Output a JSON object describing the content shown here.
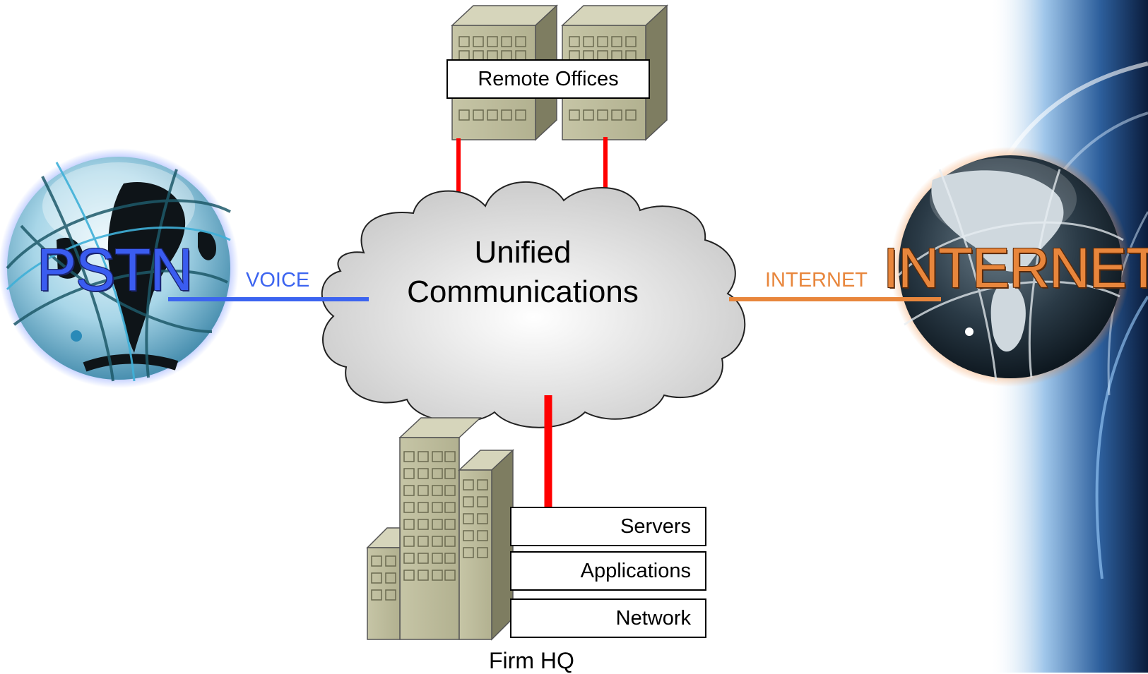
{
  "cloud": {
    "title_line1": "Unified",
    "title_line2": "Communications"
  },
  "remote_offices": {
    "label": "Remote Offices"
  },
  "pstn": {
    "label": "PSTN",
    "link_label": "VOICE",
    "color": "#3c64f0"
  },
  "internet": {
    "label": "INTERNET",
    "link_label": "INTERNET",
    "color": "#e8863c"
  },
  "firm_hq": {
    "label": "Firm HQ",
    "tiers": [
      "Servers",
      "Applications",
      "Network"
    ]
  },
  "colors": {
    "uplink": "#ff0000",
    "building": "#b8b797"
  }
}
